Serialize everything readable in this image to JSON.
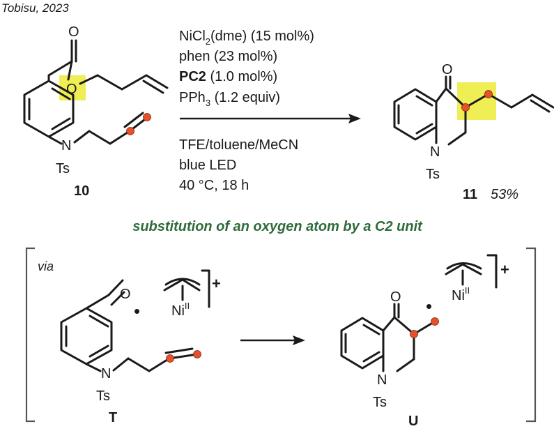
{
  "citation": "Tobisu, 2023",
  "conditions": {
    "line1_pre": "NiCl",
    "line1_sub": "2",
    "line1_post": "(dme) (15 mol%)",
    "line2": "phen (23 mol%)",
    "line3_bold": "PC2",
    "line3_rest": " (1.0 mol%)",
    "line4_pre": "PPh",
    "line4_sub": "3",
    "line4_post": " (1.2 equiv)",
    "line5": "TFE/toluene/MeCN",
    "line6": "blue LED",
    "line7": "40 °C, 18 h"
  },
  "compounds": {
    "sm_label": "10",
    "product_label": "11",
    "product_yield": "53%",
    "int1_label": "T",
    "int2_label": "U"
  },
  "atoms": {
    "oxygen": "O",
    "nitrogen": "N",
    "tosyl": "Ts",
    "nickel": "Ni",
    "nickel_ox": "II",
    "charge": "+",
    "radical": "•"
  },
  "headline": "substitution of an oxygen atom by a C2 unit",
  "mechanism_label": "via",
  "colors": {
    "highlight": "#f0ee55",
    "marker": "#e8502a",
    "headline": "#2e6b3a"
  }
}
